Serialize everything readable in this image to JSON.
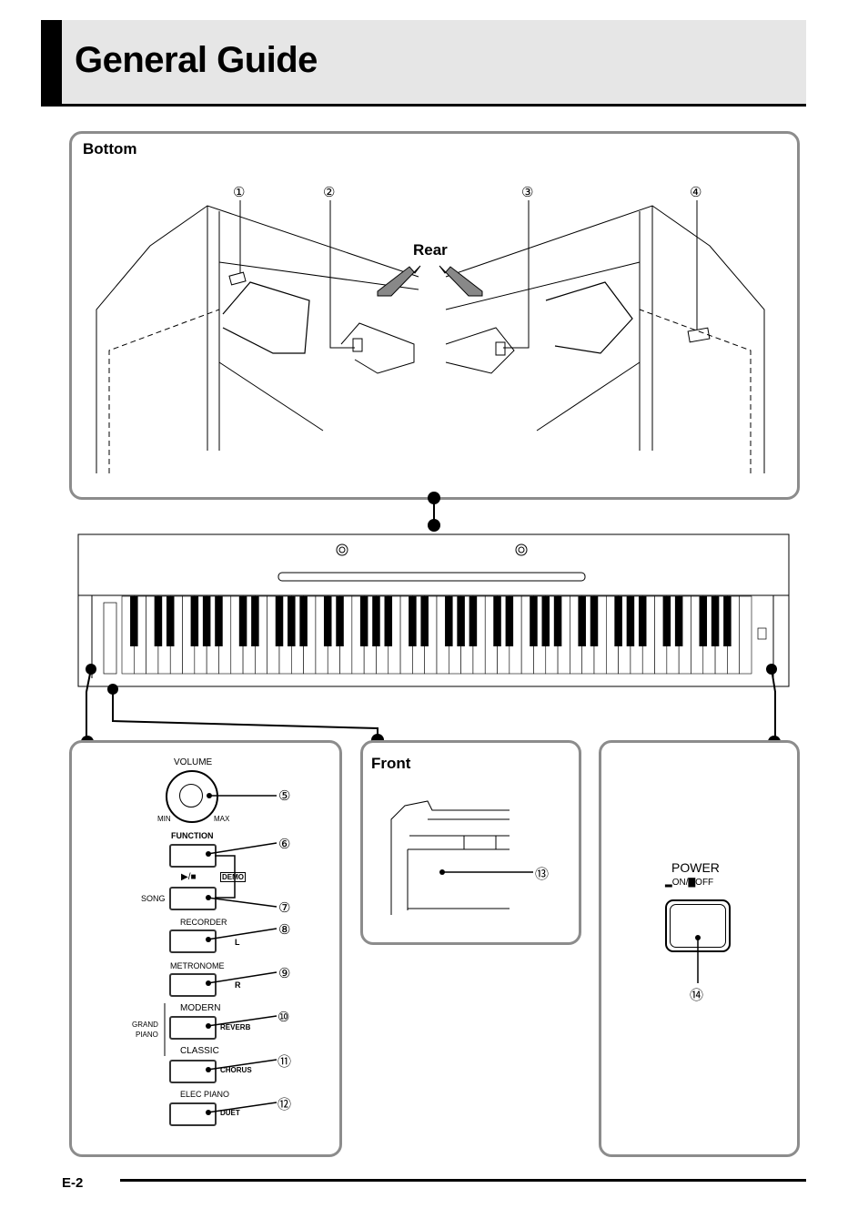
{
  "header": {
    "title": "General Guide"
  },
  "bottom_panel": {
    "label": "Bottom",
    "rear_label": "Rear",
    "callouts": [
      "①",
      "②",
      "③",
      "④"
    ]
  },
  "front_panel": {
    "label": "Front",
    "callout": "⑬"
  },
  "controls_panel": {
    "volume": "VOLUME",
    "min": "MIN",
    "max": "MAX",
    "function": "FUNCTION",
    "play_stop": "▶/■",
    "demo": "DEMO",
    "song": "SONG",
    "recorder": "RECORDER",
    "l": "L",
    "metronome": "METRONOME",
    "r": "R",
    "grand_piano_1": "GRAND",
    "grand_piano_2": "PIANO",
    "modern": "MODERN",
    "reverb": "REVERB",
    "classic": "CLASSIC",
    "chorus": "CHORUS",
    "elec_piano": "ELEC PIANO",
    "duet": "DUET",
    "callouts": [
      "⑤",
      "⑥",
      "⑦",
      "⑧",
      "⑨",
      "⑩",
      "⑪",
      "⑫"
    ]
  },
  "power_panel": {
    "power": "POWER",
    "on_off": "▂ON/▇OFF",
    "callout": "⑭"
  },
  "footer": {
    "page": "E-2"
  }
}
